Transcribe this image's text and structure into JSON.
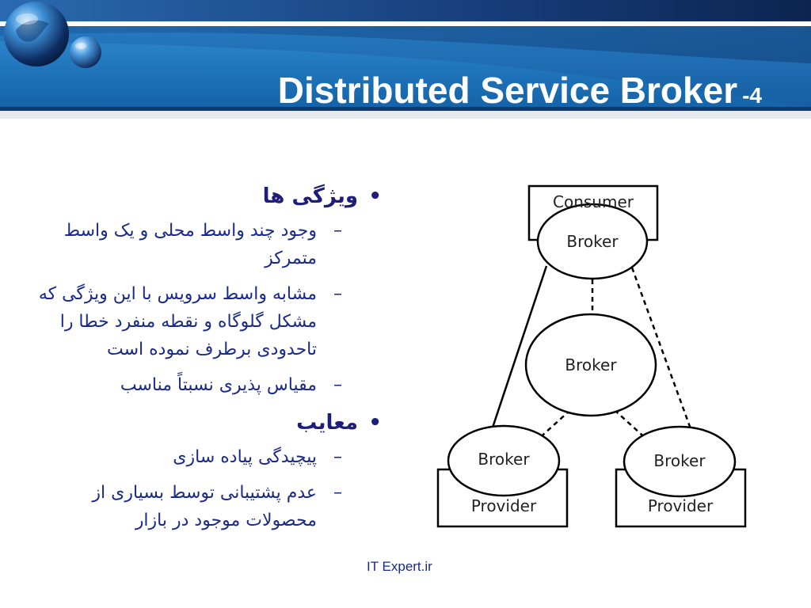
{
  "slide": {
    "title": "Distributed Service Broker",
    "title_number": "-4",
    "footer": "IT Expert.ir"
  },
  "content": {
    "features_heading": "ویژگی ها",
    "features": [
      "وجود چند واسط محلی و یک واسط متمرکز",
      "مشابه واسط سرویس با این ویژگی که مشکل گلوگاه و نقطه منفرد خطا را تاحدودی برطرف نموده است",
      "مقیاس پذیری نسبتاً مناسب"
    ],
    "drawbacks_heading": "معایب",
    "drawbacks": [
      "پیچیدگی پیاده سازی",
      "عدم پشتیبانی توسط بسیاری از محصولات موجود در بازار"
    ]
  },
  "diagram": {
    "consumer_label": "Consumer",
    "top_broker_label": "Broker",
    "central_broker_label": "Broker",
    "left_broker_label": "Broker",
    "right_broker_label": "Broker",
    "left_provider_label": "Provider",
    "right_provider_label": "Provider"
  },
  "colors": {
    "header_blue": "#1f73b8",
    "header_dark": "#0d2a5c",
    "text_blue": "#1a2a8a"
  }
}
